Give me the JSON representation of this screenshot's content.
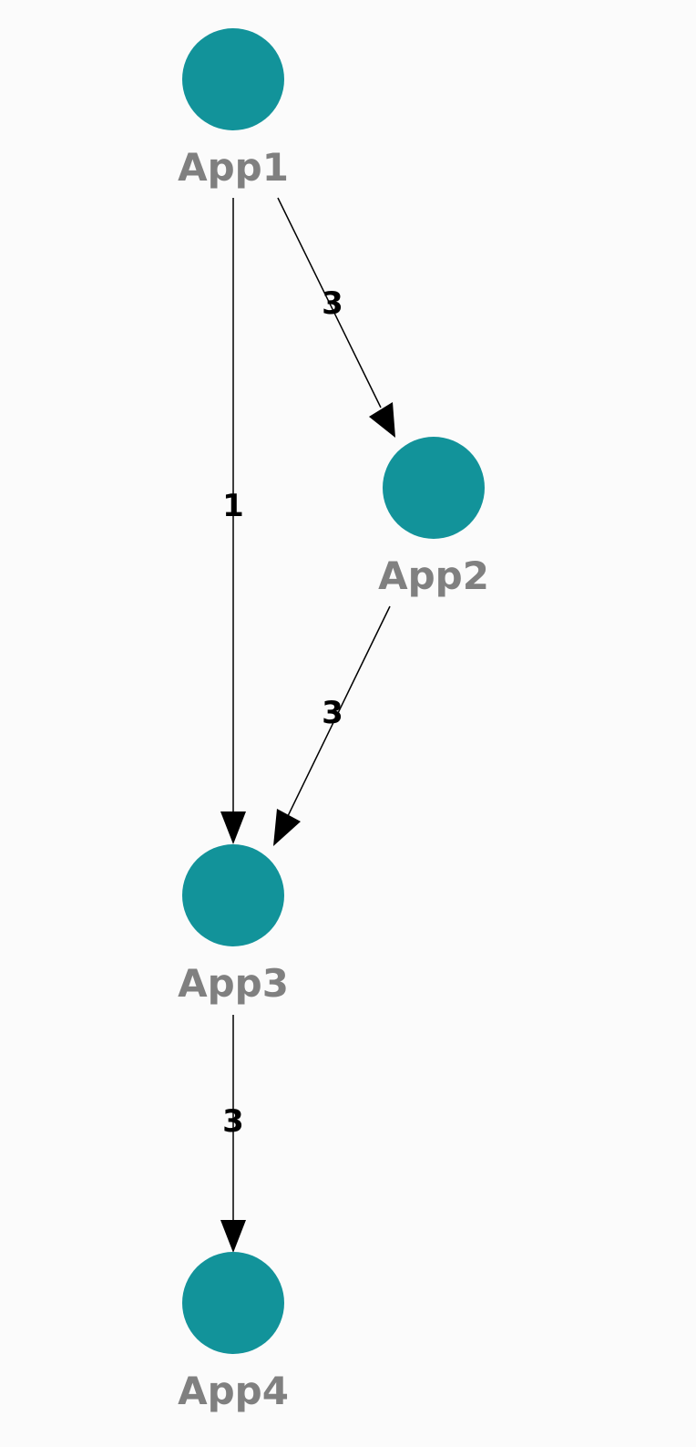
{
  "colors": {
    "background": "#fbfbfb",
    "node_fill": "#12939a",
    "node_label": "#808080",
    "edge": "#000000",
    "edge_label": "#000000"
  },
  "nodes": [
    {
      "id": "app1",
      "label": "App1"
    },
    {
      "id": "app2",
      "label": "App2"
    },
    {
      "id": "app3",
      "label": "App3"
    },
    {
      "id": "app4",
      "label": "App4"
    }
  ],
  "edges": [
    {
      "from": "app1",
      "to": "app3",
      "label": "1"
    },
    {
      "from": "app1",
      "to": "app2",
      "label": "3"
    },
    {
      "from": "app2",
      "to": "app3",
      "label": "3"
    },
    {
      "from": "app3",
      "to": "app4",
      "label": "3"
    }
  ]
}
